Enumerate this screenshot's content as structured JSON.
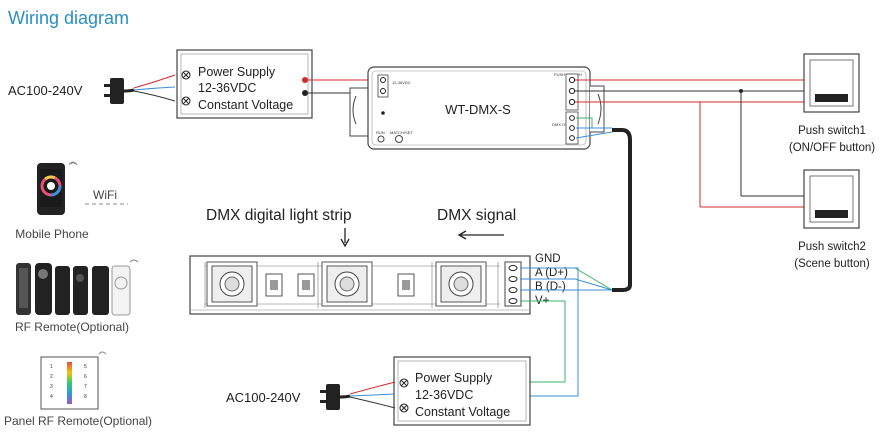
{
  "heading": "Wiring diagram",
  "colors": {
    "heading": "#2a8ec3",
    "wire_red": "#d42a2a",
    "wire_dark": "#333333",
    "wire_blue": "#3b8fd6",
    "wire_green": "#3bb36b",
    "box_stroke": "#444444"
  },
  "top_supply": {
    "input_label": "AC100-240V",
    "lines": [
      "Power Supply",
      "12-36VDC",
      "Constant Voltage"
    ]
  },
  "bottom_supply": {
    "input_label": "AC100-240V",
    "lines": [
      "Power Supply",
      "12-36VDC",
      "Constant Voltage"
    ]
  },
  "controller": {
    "model": "WT-DMX-S",
    "small_label_left": "12-36VDC",
    "small_label_right": "PUSH SWITCH",
    "small_label_dmx": "DMX OUTPUT",
    "small_label_run": "RUN",
    "small_label_match": "MATCH/SET"
  },
  "switches": [
    {
      "name": "Push switch1",
      "sub": "(ON/OFF button)"
    },
    {
      "name": "Push switch2",
      "sub": "(Scene button)"
    }
  ],
  "strip": {
    "label": "DMX digital light strip",
    "signal_label": "DMX signal",
    "pins": [
      "GND",
      "A (D+)",
      "B (D-)",
      "V+"
    ]
  },
  "remotes": {
    "phone_label": "Mobile Phone",
    "wifi_label": "WiFi",
    "rf_label": "RF Remote(Optional)",
    "panel_label": "Panel RF Remote(Optional)",
    "panel_marks": [
      "1",
      "2",
      "3",
      "4",
      "5",
      "6",
      "7",
      "8"
    ]
  },
  "icons": [
    "plug-icon",
    "wifi-icon",
    "phone-icon",
    "remote-icon",
    "panel-icon",
    "arrow-down-icon",
    "arrow-left-icon"
  ]
}
